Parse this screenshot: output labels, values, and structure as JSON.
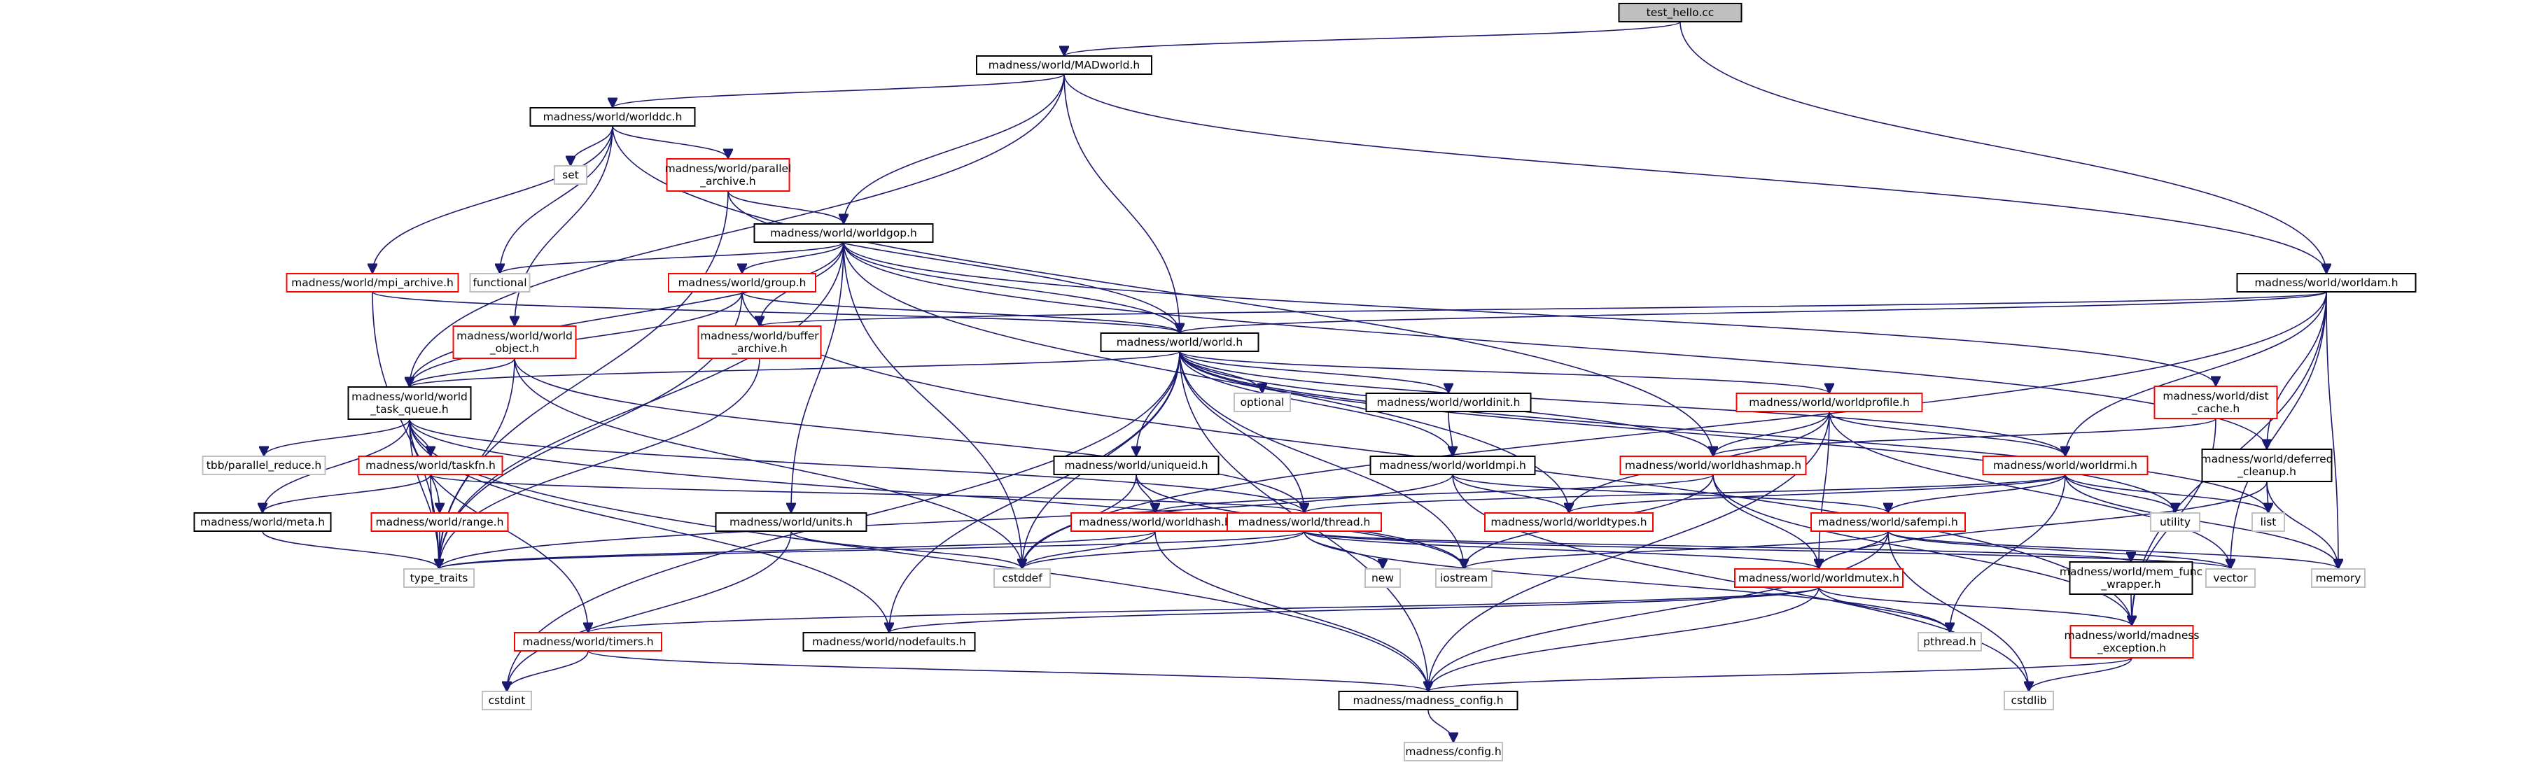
{
  "colors": {
    "root_fill": "#bfbfbf",
    "documented_border": "#000000",
    "undocumented_border": "#ff0000",
    "system_border": "#bfbfbf",
    "edge": "#191970"
  },
  "nodes": [
    {
      "id": "n_test_hello",
      "label": "test_hello.cc",
      "kind": "root"
    },
    {
      "id": "n_madworld",
      "label": "madness/world/MADworld.h",
      "kind": "doc"
    },
    {
      "id": "n_worlddc",
      "label": "madness/world/worlddc.h",
      "kind": "doc"
    },
    {
      "id": "n_set",
      "label": "set",
      "kind": "sys"
    },
    {
      "id": "n_parallel_archive",
      "label": "madness/world/parallel\n_archive.h",
      "kind": "red"
    },
    {
      "id": "n_worldgop",
      "label": "madness/world/worldgop.h",
      "kind": "doc"
    },
    {
      "id": "n_functional",
      "label": "functional",
      "kind": "sys"
    },
    {
      "id": "n_mpi_archive",
      "label": "madness/world/mpi_archive.h",
      "kind": "red"
    },
    {
      "id": "n_group",
      "label": "madness/world/group.h",
      "kind": "red"
    },
    {
      "id": "n_buffer_archive",
      "label": "madness/world/buffer\n_archive.h",
      "kind": "red"
    },
    {
      "id": "n_world_object",
      "label": "madness/world/world\n_object.h",
      "kind": "red"
    },
    {
      "id": "n_world",
      "label": "madness/world/world.h",
      "kind": "doc"
    },
    {
      "id": "n_worldam",
      "label": "madness/world/worldam.h",
      "kind": "doc"
    },
    {
      "id": "n_world_task_queue",
      "label": "madness/world/world\n_task_queue.h",
      "kind": "doc"
    },
    {
      "id": "n_optional",
      "label": "optional",
      "kind": "sys"
    },
    {
      "id": "n_worldinit",
      "label": "madness/world/worldinit.h",
      "kind": "doc"
    },
    {
      "id": "n_worldprofile",
      "label": "madness/world/worldprofile.h",
      "kind": "red"
    },
    {
      "id": "n_dist_cache",
      "label": "madness/world/dist\n_cache.h",
      "kind": "red"
    },
    {
      "id": "n_tbb_parallel_reduce",
      "label": "tbb/parallel_reduce.h",
      "kind": "sys"
    },
    {
      "id": "n_taskfn",
      "label": "madness/world/taskfn.h",
      "kind": "red"
    },
    {
      "id": "n_uniqueid",
      "label": "madness/world/uniqueid.h",
      "kind": "doc"
    },
    {
      "id": "n_worldmpi",
      "label": "madness/world/worldmpi.h",
      "kind": "doc"
    },
    {
      "id": "n_worldhashmap",
      "label": "madness/world/worldhashmap.h",
      "kind": "red"
    },
    {
      "id": "n_worldrmi",
      "label": "madness/world/worldrmi.h",
      "kind": "red"
    },
    {
      "id": "n_deferred_cleanup",
      "label": "madness/world/deferred\n_cleanup.h",
      "kind": "doc"
    },
    {
      "id": "n_meta",
      "label": "madness/world/meta.h",
      "kind": "doc"
    },
    {
      "id": "n_range",
      "label": "madness/world/range.h",
      "kind": "red"
    },
    {
      "id": "n_units",
      "label": "madness/world/units.h",
      "kind": "doc"
    },
    {
      "id": "n_worldhash",
      "label": "madness/world/worldhash.h",
      "kind": "red"
    },
    {
      "id": "n_thread",
      "label": "madness/world/thread.h",
      "kind": "red"
    },
    {
      "id": "n_worldtypes",
      "label": "madness/world/worldtypes.h",
      "kind": "red"
    },
    {
      "id": "n_safempi",
      "label": "madness/world/safempi.h",
      "kind": "red"
    },
    {
      "id": "n_utility",
      "label": "utility",
      "kind": "sys"
    },
    {
      "id": "n_list",
      "label": "list",
      "kind": "sys"
    },
    {
      "id": "n_type_traits",
      "label": "type_traits",
      "kind": "sys"
    },
    {
      "id": "n_cstddef",
      "label": "cstddef",
      "kind": "sys"
    },
    {
      "id": "n_new",
      "label": "new",
      "kind": "sys"
    },
    {
      "id": "n_iostream",
      "label": "iostream",
      "kind": "sys"
    },
    {
      "id": "n_mem_func_wrapper",
      "label": "madness/world/mem_func\n_wrapper.h",
      "kind": "doc"
    },
    {
      "id": "n_vector",
      "label": "vector",
      "kind": "sys"
    },
    {
      "id": "n_memory",
      "label": "memory",
      "kind": "sys"
    },
    {
      "id": "n_worldmutex",
      "label": "madness/world/worldmutex.h",
      "kind": "red"
    },
    {
      "id": "n_timers",
      "label": "madness/world/timers.h",
      "kind": "red"
    },
    {
      "id": "n_nodefaults",
      "label": "madness/world/nodefaults.h",
      "kind": "doc"
    },
    {
      "id": "n_pthread",
      "label": "pthread.h",
      "kind": "sys"
    },
    {
      "id": "n_madness_exception",
      "label": "madness/world/madness\n_exception.h",
      "kind": "red"
    },
    {
      "id": "n_cstdint",
      "label": "cstdint",
      "kind": "sys"
    },
    {
      "id": "n_madness_config",
      "label": "madness/madness_config.h",
      "kind": "doc"
    },
    {
      "id": "n_cstdlib",
      "label": "cstdlib",
      "kind": "sys"
    },
    {
      "id": "n_config",
      "label": "madness/config.h",
      "kind": "sys"
    }
  ],
  "edges": [
    [
      "n_test_hello",
      "n_madworld"
    ],
    [
      "n_test_hello",
      "n_worldam"
    ],
    [
      "n_madworld",
      "n_worlddc"
    ],
    [
      "n_madworld",
      "n_worldgop"
    ],
    [
      "n_madworld",
      "n_world"
    ],
    [
      "n_madworld",
      "n_worldam"
    ],
    [
      "n_madworld",
      "n_world_task_queue"
    ],
    [
      "n_worlddc",
      "n_set"
    ],
    [
      "n_worlddc",
      "n_parallel_archive"
    ],
    [
      "n_worlddc",
      "n_functional"
    ],
    [
      "n_worlddc",
      "n_mpi_archive"
    ],
    [
      "n_worlddc",
      "n_world_object"
    ],
    [
      "n_worlddc",
      "n_worldhashmap"
    ],
    [
      "n_parallel_archive",
      "n_worldgop"
    ],
    [
      "n_parallel_archive",
      "n_world"
    ],
    [
      "n_parallel_archive",
      "n_type_traits"
    ],
    [
      "n_worldgop",
      "n_functional"
    ],
    [
      "n_worldgop",
      "n_group"
    ],
    [
      "n_worldgop",
      "n_buffer_archive"
    ],
    [
      "n_worldgop",
      "n_world"
    ],
    [
      "n_worldgop",
      "n_world_task_queue"
    ],
    [
      "n_worldgop",
      "n_units"
    ],
    [
      "n_worldgop",
      "n_type_traits"
    ],
    [
      "n_worldgop",
      "n_cstddef"
    ],
    [
      "n_worldgop",
      "n_dist_cache"
    ],
    [
      "n_worldgop",
      "n_deferred_cleanup"
    ],
    [
      "n_worldgop",
      "n_worldtypes"
    ],
    [
      "n_mpi_archive",
      "n_world"
    ],
    [
      "n_mpi_archive",
      "n_type_traits"
    ],
    [
      "n_group",
      "n_world"
    ],
    [
      "n_group",
      "n_type_traits"
    ],
    [
      "n_group",
      "n_world_task_queue"
    ],
    [
      "n_group",
      "n_madness_exception"
    ],
    [
      "n_buffer_archive",
      "n_type_traits"
    ],
    [
      "n_world_object",
      "n_world_task_queue"
    ],
    [
      "n_world_object",
      "n_thread"
    ],
    [
      "n_world_object",
      "n_cstddef"
    ],
    [
      "n_world_object",
      "n_type_traits"
    ],
    [
      "n_worldam",
      "n_world"
    ],
    [
      "n_worldam",
      "n_buffer_archive"
    ],
    [
      "n_worldam",
      "n_cstddef"
    ],
    [
      "n_worldam",
      "n_worldrmi"
    ],
    [
      "n_worldam",
      "n_memory"
    ],
    [
      "n_worldam",
      "n_vector"
    ],
    [
      "n_worldam",
      "n_madness_exception"
    ],
    [
      "n_worldam",
      "n_deferred_cleanup"
    ],
    [
      "n_world",
      "n_world_task_queue"
    ],
    [
      "n_world",
      "n_optional"
    ],
    [
      "n_world",
      "n_worldinit"
    ],
    [
      "n_world",
      "n_worldprofile"
    ],
    [
      "n_world",
      "n_uniqueid"
    ],
    [
      "n_world",
      "n_worldmpi"
    ],
    [
      "n_world",
      "n_worldhashmap"
    ],
    [
      "n_world",
      "n_thread"
    ],
    [
      "n_world",
      "n_cstddef"
    ],
    [
      "n_world",
      "n_iostream"
    ],
    [
      "n_world",
      "n_list"
    ],
    [
      "n_world",
      "n_utility"
    ],
    [
      "n_world",
      "n_nodefaults"
    ],
    [
      "n_world",
      "n_madness_config"
    ],
    [
      "n_world",
      "n_cstdint"
    ],
    [
      "n_world",
      "n_worldrmi"
    ],
    [
      "n_world_task_queue",
      "n_tbb_parallel_reduce"
    ],
    [
      "n_world_task_queue",
      "n_taskfn"
    ],
    [
      "n_world_task_queue",
      "n_meta"
    ],
    [
      "n_world_task_queue",
      "n_range"
    ],
    [
      "n_world_task_queue",
      "n_type_traits"
    ],
    [
      "n_world_task_queue",
      "n_nodefaults"
    ],
    [
      "n_world_task_queue",
      "n_timers"
    ],
    [
      "n_world_task_queue",
      "n_thread"
    ],
    [
      "n_world_task_queue",
      "n_iostream"
    ],
    [
      "n_world_task_queue",
      "n_madness_config"
    ],
    [
      "n_worldinit",
      "n_worldmpi"
    ],
    [
      "n_worldprofile",
      "n_worldhashmap"
    ],
    [
      "n_worldprofile",
      "n_worldmutex"
    ],
    [
      "n_worldprofile",
      "n_madness_config"
    ],
    [
      "n_worldprofile",
      "n_worldtypes"
    ],
    [
      "n_worldprofile",
      "n_worldrmi"
    ],
    [
      "n_worldprofile",
      "n_vector"
    ],
    [
      "n_dist_cache",
      "n_worldhashmap"
    ],
    [
      "n_dist_cache",
      "n_madness_exception"
    ],
    [
      "n_taskfn",
      "n_meta"
    ],
    [
      "n_taskfn",
      "n_type_traits"
    ],
    [
      "n_taskfn",
      "n_thread"
    ],
    [
      "n_uniqueid",
      "n_worldhash"
    ],
    [
      "n_uniqueid",
      "n_cstddef"
    ],
    [
      "n_uniqueid",
      "n_iostream"
    ],
    [
      "n_worldmpi",
      "n_worldtypes"
    ],
    [
      "n_worldmpi",
      "n_safempi"
    ],
    [
      "n_worldmpi",
      "n_type_traits"
    ],
    [
      "n_worldmpi",
      "n_cstdlib"
    ],
    [
      "n_worldhashmap",
      "n_worldhash"
    ],
    [
      "n_worldhashmap",
      "n_worldmutex"
    ],
    [
      "n_worldhashmap",
      "n_iostream"
    ],
    [
      "n_worldhashmap",
      "n_madness_exception"
    ],
    [
      "n_worldrmi",
      "n_safempi"
    ],
    [
      "n_worldrmi",
      "n_worldtypes"
    ],
    [
      "n_worldrmi",
      "n_utility"
    ],
    [
      "n_worldrmi",
      "n_list"
    ],
    [
      "n_worldrmi",
      "n_memory"
    ],
    [
      "n_worldrmi",
      "n_thread"
    ],
    [
      "n_worldrmi",
      "n_pthread"
    ],
    [
      "n_deferred_cleanup",
      "n_list"
    ],
    [
      "n_deferred_cleanup",
      "n_memory"
    ],
    [
      "n_deferred_cleanup",
      "n_worldmutex"
    ],
    [
      "n_meta",
      "n_type_traits"
    ],
    [
      "n_range",
      "n_type_traits"
    ],
    [
      "n_units",
      "n_cstddef"
    ],
    [
      "n_units",
      "n_cstdint"
    ],
    [
      "n_worldhash",
      "n_type_traits"
    ],
    [
      "n_worldhash",
      "n_cstddef"
    ],
    [
      "n_worldhash",
      "n_madness_config"
    ],
    [
      "n_thread",
      "n_new"
    ],
    [
      "n_thread",
      "n_cstddef"
    ],
    [
      "n_thread",
      "n_type_traits"
    ],
    [
      "n_thread",
      "n_pthread"
    ],
    [
      "n_thread",
      "n_mem_func_wrapper"
    ],
    [
      "n_thread",
      "n_vector"
    ],
    [
      "n_thread",
      "n_worldmutex"
    ],
    [
      "n_safempi",
      "n_worldmutex"
    ],
    [
      "n_safempi",
      "n_cstdlib"
    ],
    [
      "n_safempi",
      "n_iostream"
    ],
    [
      "n_safempi",
      "n_madness_config"
    ],
    [
      "n_safempi",
      "n_vector"
    ],
    [
      "n_safempi",
      "n_memory"
    ],
    [
      "n_worldmutex",
      "n_timers"
    ],
    [
      "n_worldmutex",
      "n_nodefaults"
    ],
    [
      "n_worldmutex",
      "n_pthread"
    ],
    [
      "n_worldmutex",
      "n_madness_exception"
    ],
    [
      "n_worldmutex",
      "n_madness_config"
    ],
    [
      "n_mem_func_wrapper",
      "n_madness_exception"
    ],
    [
      "n_timers",
      "n_cstdint"
    ],
    [
      "n_timers",
      "n_madness_config"
    ],
    [
      "n_madness_exception",
      "n_madness_config"
    ],
    [
      "n_madness_exception",
      "n_cstdlib"
    ],
    [
      "n_madness_config",
      "n_config"
    ]
  ]
}
